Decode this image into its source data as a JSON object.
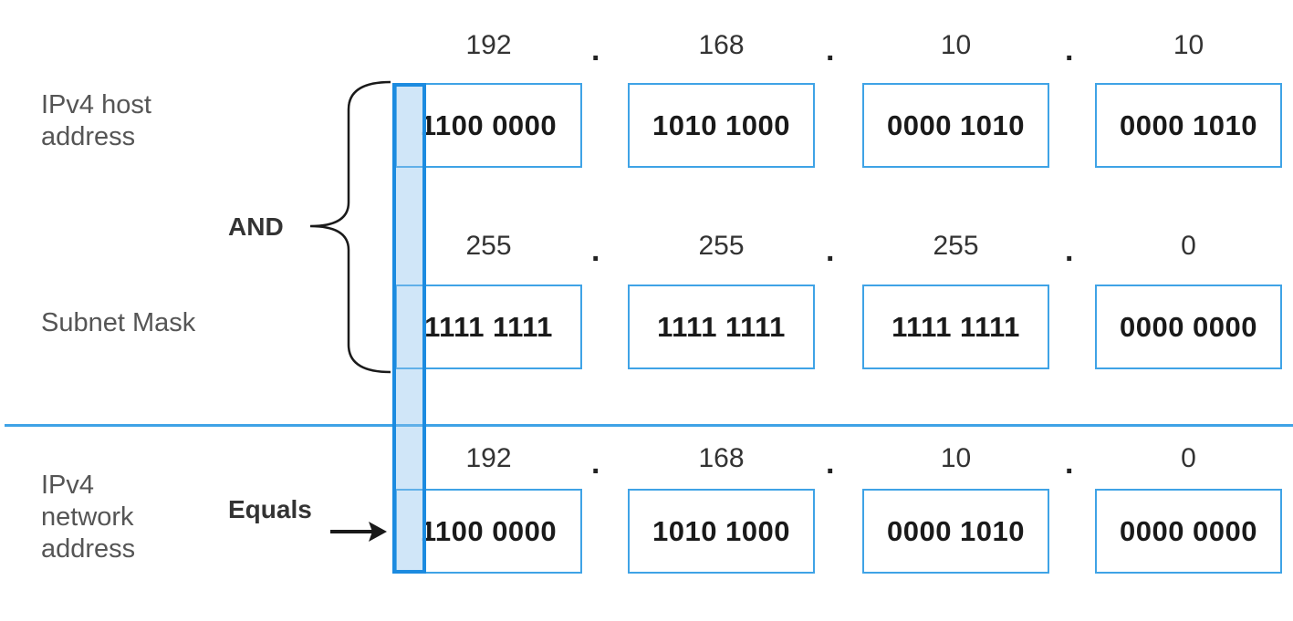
{
  "labels": {
    "host": "IPv4 host\naddress",
    "mask": "Subnet Mask",
    "network": "IPv4\nnetwork\naddress",
    "and_op": "AND",
    "equals_op": "Equals"
  },
  "rows": [
    {
      "decimals": [
        "192",
        "168",
        "10",
        "10"
      ],
      "binary": [
        "1100 0000",
        "1010 1000",
        "0000 1010",
        "0000 1010"
      ]
    },
    {
      "decimals": [
        "255",
        "255",
        "255",
        "0"
      ],
      "binary": [
        "1111 1111",
        "1111 1111",
        "1111 1111",
        "0000 0000"
      ]
    },
    {
      "decimals": [
        "192",
        "168",
        "10",
        "0"
      ],
      "binary": [
        "1100 0000",
        "1010 1000",
        "0000 1010",
        "0000 0000"
      ]
    }
  ],
  "separator": ".",
  "colors": {
    "box_border": "#3fa3e6",
    "highlight_border": "#1c8be0",
    "highlight_fill": "#90c4ee",
    "divider": "#3fa3e6"
  }
}
